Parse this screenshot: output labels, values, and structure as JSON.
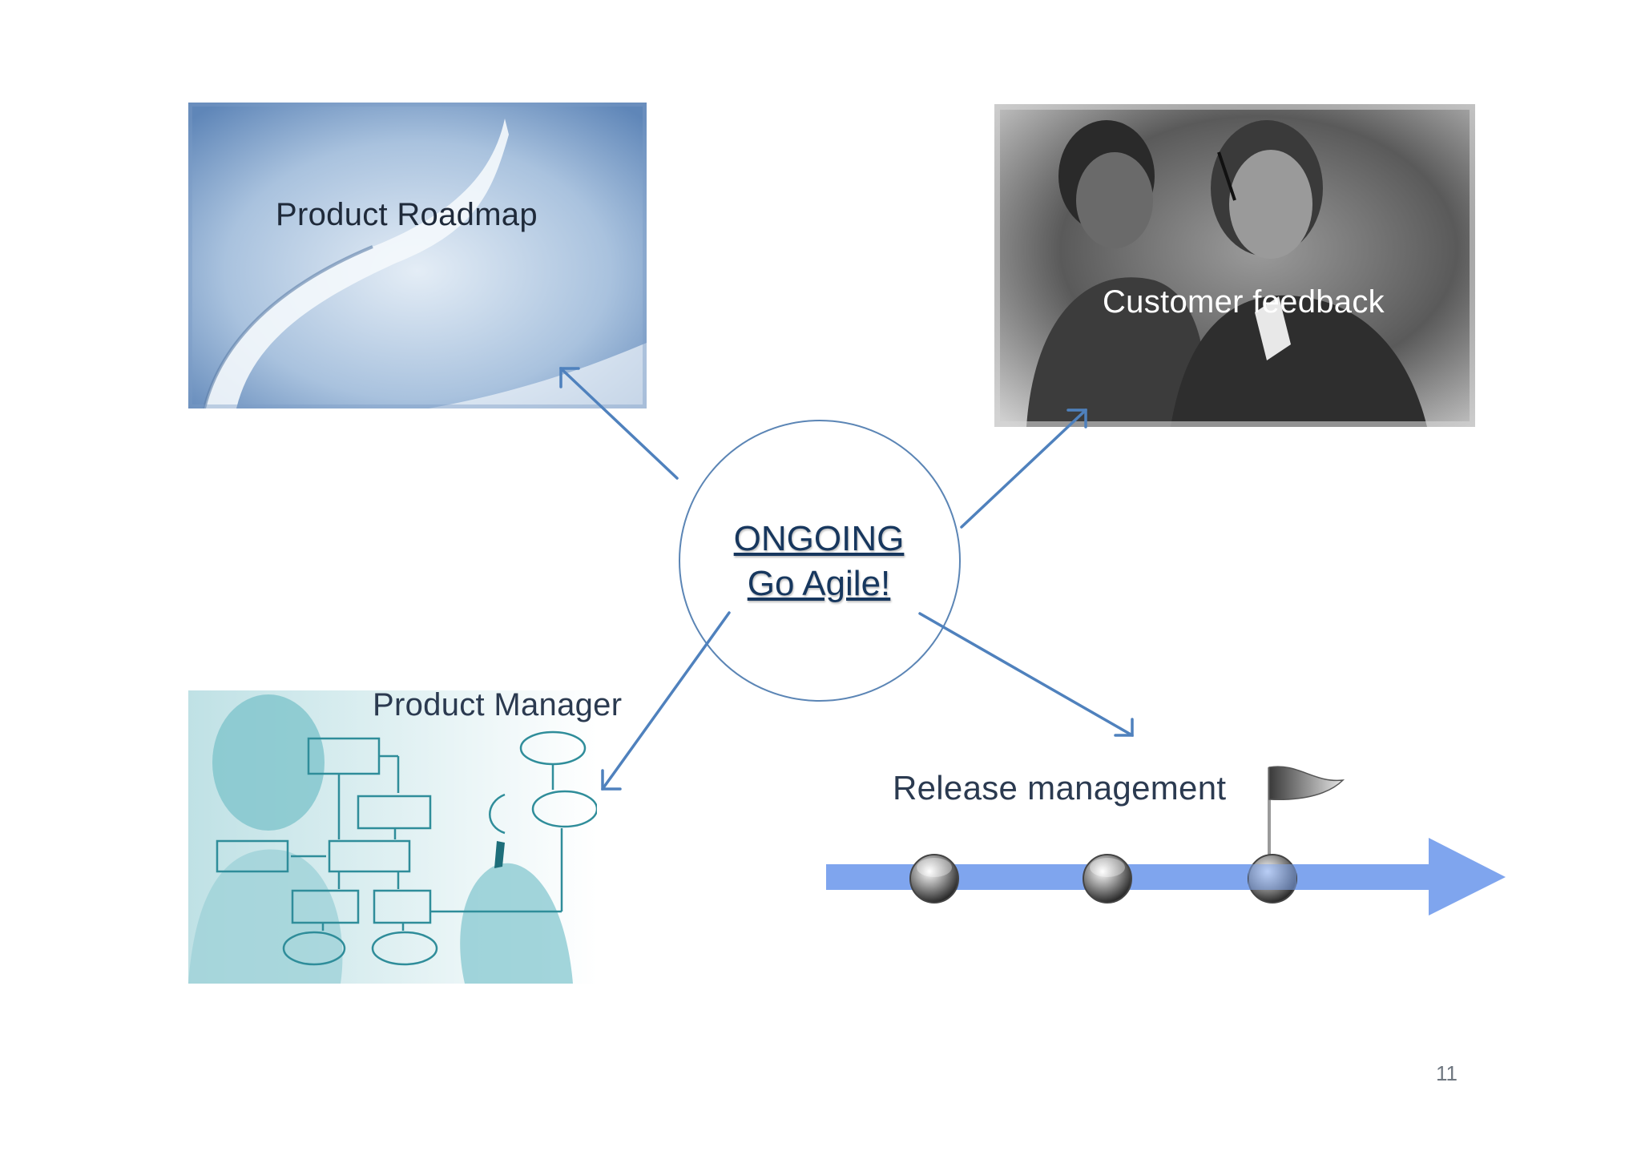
{
  "center": {
    "line1": "ONGOING",
    "line2": "Go Agile!"
  },
  "labels": {
    "roadmap": "Product Roadmap",
    "feedback": "Customer feedback",
    "manager": "Product Manager",
    "release": "Release management"
  },
  "page_number": "11",
  "colors": {
    "arrow": "#4f81bd",
    "center_text": "#17375e",
    "timeline": "#7fa5ee",
    "roadmap_tint": "#6b93c4",
    "manager_tint": "#2f9aa8"
  }
}
